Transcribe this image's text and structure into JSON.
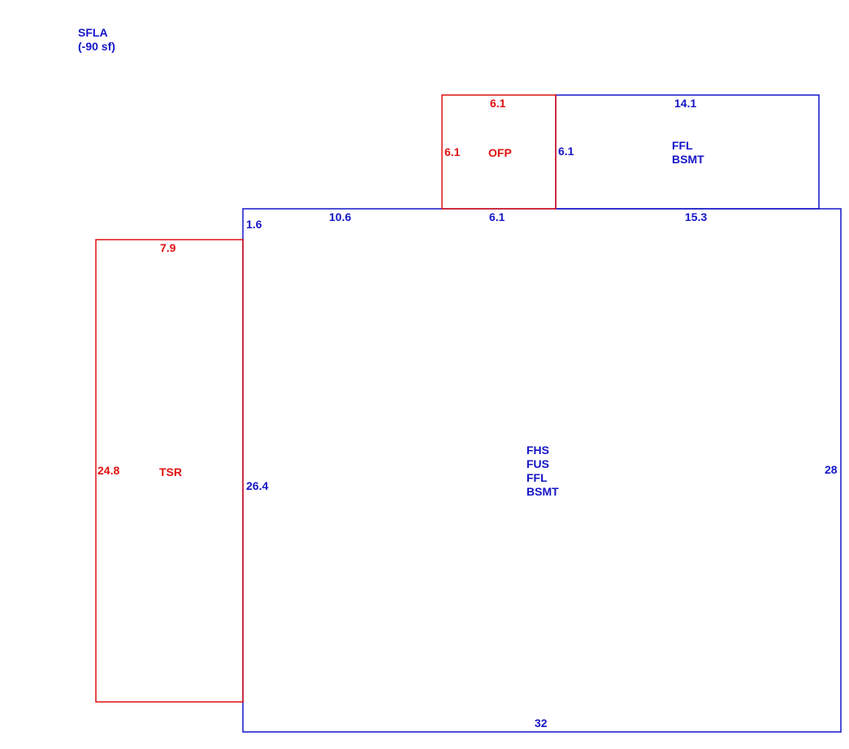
{
  "colors": {
    "living": "#1515c8",
    "non_living": "#e01010"
  },
  "header": {
    "line1": "SFLA",
    "line2": "(-90 sf)"
  },
  "main": {
    "labels": [
      "FHS",
      "FUS",
      "FFL",
      "BSMT"
    ],
    "dims": {
      "top_left_offset": "1.6",
      "top_left": "10.6",
      "top_middle": "6.1",
      "top_right": "15.3",
      "left": "26.4",
      "right": "28",
      "bottom": "32"
    }
  },
  "ofp": {
    "label": "OFP",
    "dims": {
      "top": "6.1",
      "left": "6.1"
    }
  },
  "ffl_bsmt": {
    "labels": [
      "FFL",
      "BSMT"
    ],
    "dims": {
      "top": "14.1",
      "left": "6.1"
    }
  },
  "tsr": {
    "label": "TSR",
    "dims": {
      "top": "7.9",
      "left": "24.8"
    }
  }
}
